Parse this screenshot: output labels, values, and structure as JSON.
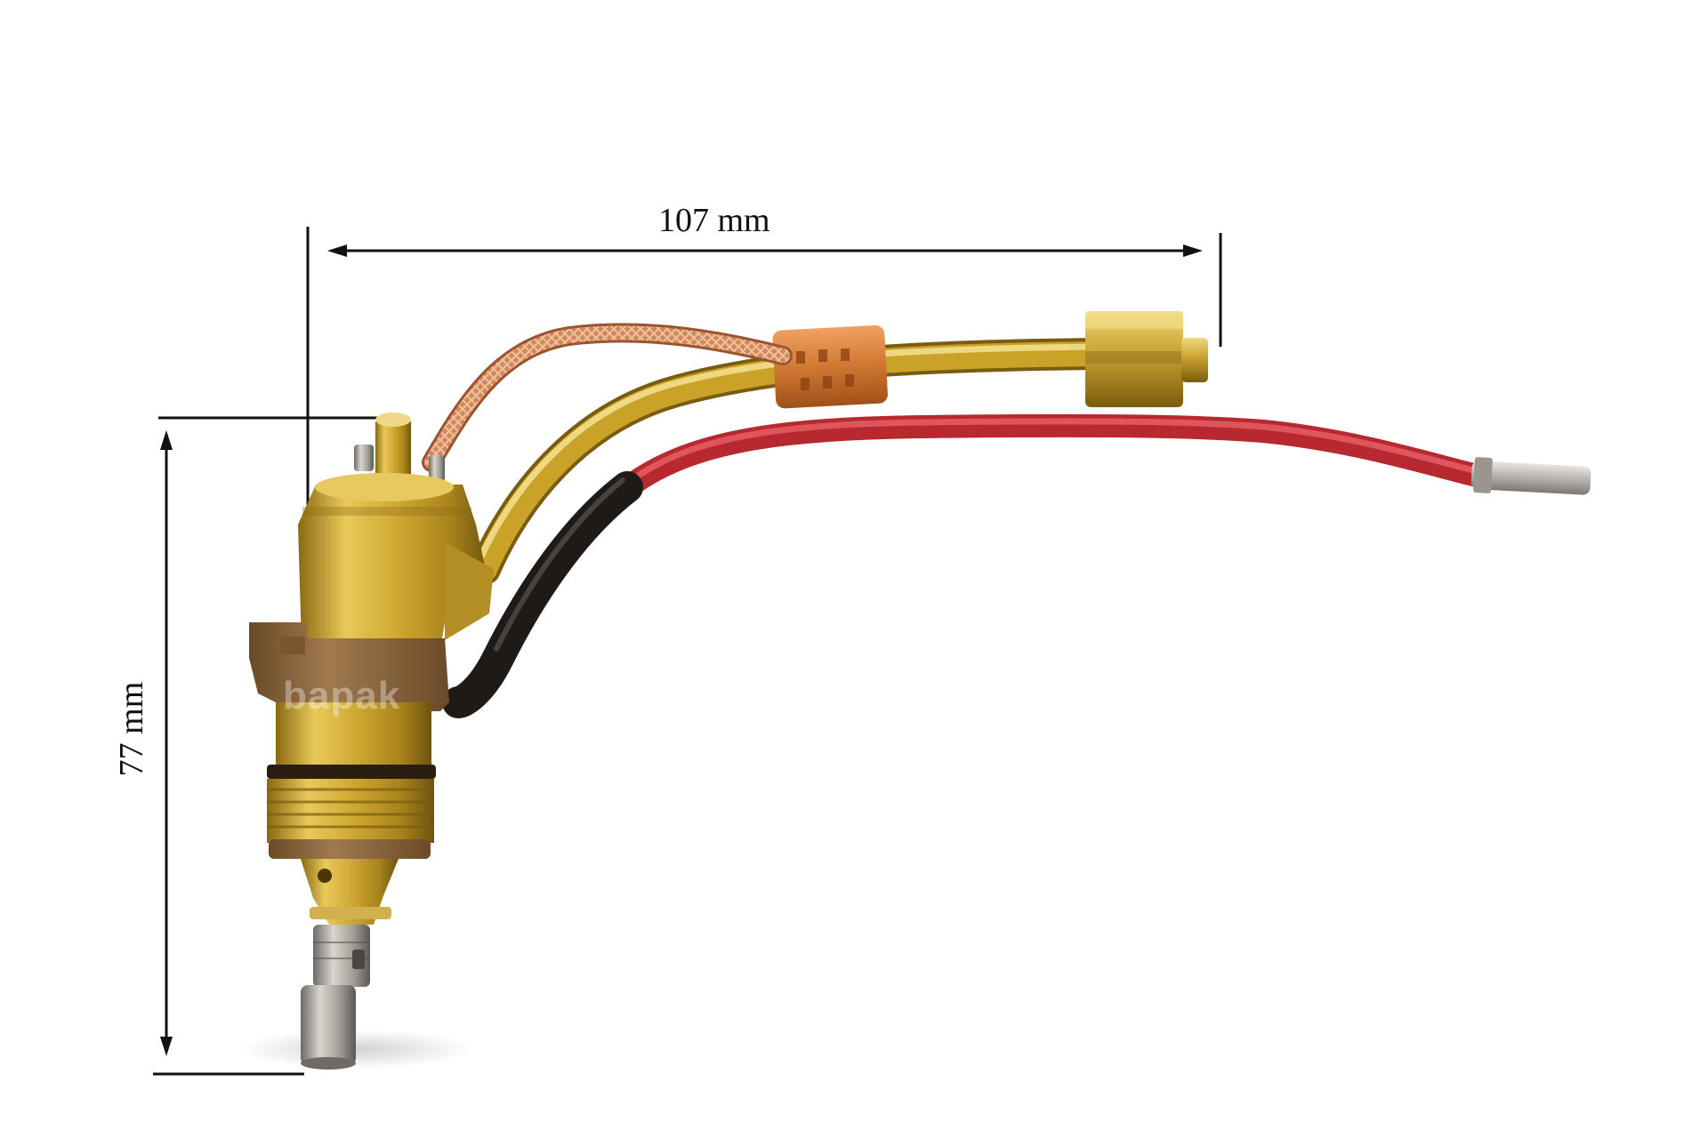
{
  "dimensions": {
    "width_label": "107 mm",
    "height_label": "77 mm"
  },
  "watermark": "bapak",
  "colors": {
    "background": "#ffffff",
    "brass": "#c9a227",
    "copper": "#c8733a",
    "red_wire": "#d9414a",
    "black_sleeve": "#2a2522",
    "steel": "#b8b2aa",
    "dimension_line": "#111111"
  }
}
